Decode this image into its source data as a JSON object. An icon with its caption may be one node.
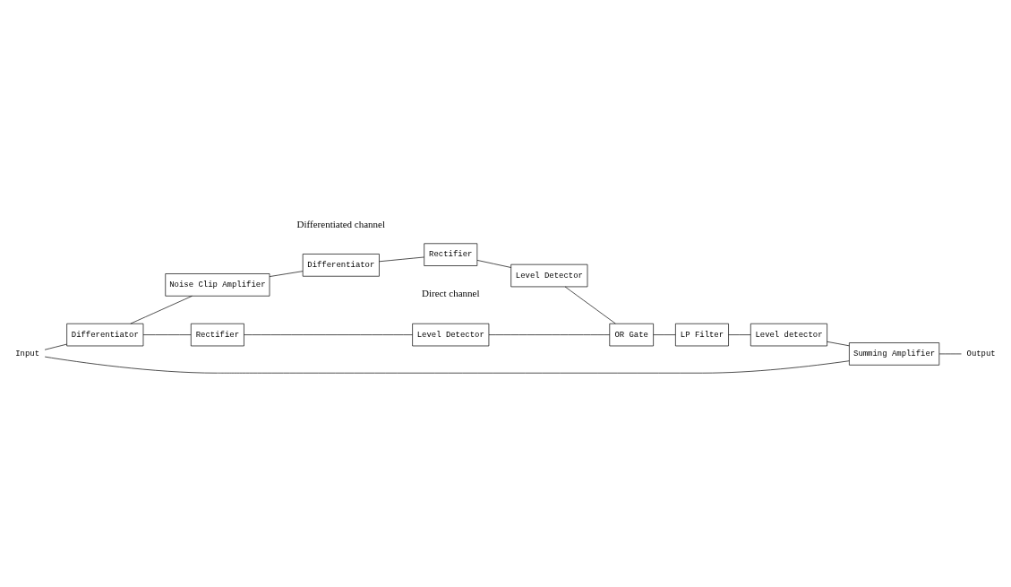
{
  "diagram": {
    "nodes": [
      {
        "text": [
          "Input"
        ]
      },
      {
        "text": [
          "Differentiator"
        ]
      },
      {
        "text": [
          "Rectifier"
        ]
      },
      {
        "text": [
          "Level Detector"
        ]
      },
      {
        "text": [
          "OR Gate"
        ]
      },
      {
        "text": [
          "Noise Clip Amplifier"
        ]
      },
      {
        "text": [
          "Differentiator"
        ]
      },
      {
        "text": [
          "Rectifier"
        ]
      },
      {
        "text": [
          "Level Detector"
        ]
      },
      {
        "text": [
          "LP Filter"
        ]
      },
      {
        "text": [
          "Level detector"
        ]
      },
      {
        "text": [
          "Summing Amplifier"
        ]
      },
      {
        "text": [
          "Output"
        ]
      }
    ],
    "edges": [
      {
        "from": 0,
        "to": 1,
        "arrow": "none"
      },
      {
        "from": 1,
        "to": 2,
        "arrow": "none"
      },
      {
        "from": 2,
        "to": 3,
        "arrow": "none"
      },
      {
        "from": 3,
        "to": 4,
        "arrow": "none"
      },
      {
        "from": 1,
        "to": 5,
        "arrow": "none"
      },
      {
        "from": 5,
        "to": 6,
        "arrow": "none"
      },
      {
        "from": 6,
        "to": 7,
        "arrow": "none"
      },
      {
        "from": 7,
        "to": 8,
        "arrow": "none"
      },
      {
        "from": 8,
        "to": 4,
        "arrow": "none"
      },
      {
        "from": 4,
        "to": 9,
        "arrow": "none"
      },
      {
        "from": 9,
        "to": 10,
        "arrow": "none"
      },
      {
        "from": 10,
        "to": 11,
        "arrow": "none"
      },
      {
        "from": 0,
        "to": 11,
        "arrow": "none"
      },
      {
        "from": 11,
        "to": 12,
        "arrow": "none"
      }
    ],
    "labels": [
      "Direct channel",
      "Differentiated channel"
    ]
  }
}
